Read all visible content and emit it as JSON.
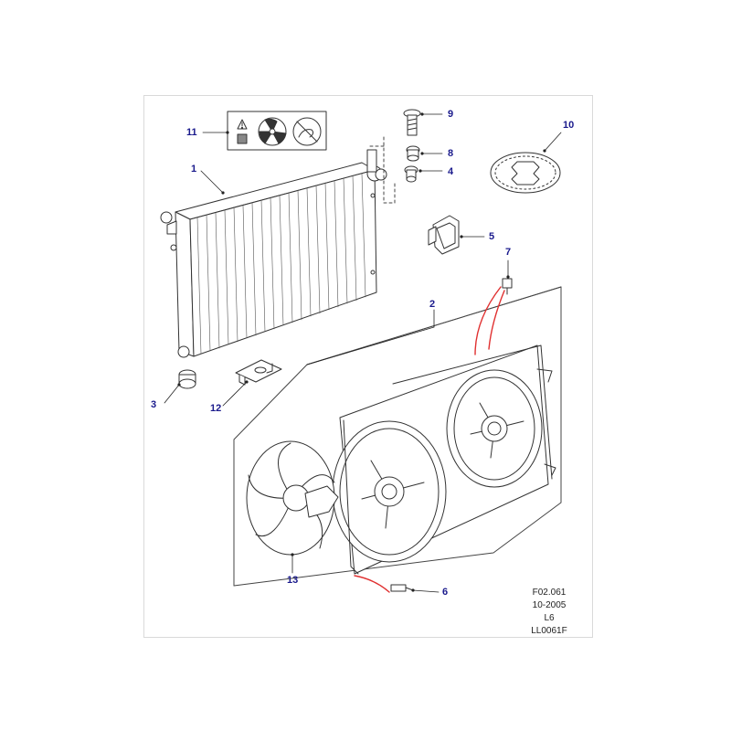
{
  "diagram": {
    "callouts": [
      {
        "id": "1",
        "label": "1"
      },
      {
        "id": "2",
        "label": "2"
      },
      {
        "id": "3",
        "label": "3"
      },
      {
        "id": "4",
        "label": "4"
      },
      {
        "id": "5",
        "label": "5"
      },
      {
        "id": "6",
        "label": "6"
      },
      {
        "id": "7",
        "label": "7"
      },
      {
        "id": "8",
        "label": "8"
      },
      {
        "id": "9",
        "label": "9"
      },
      {
        "id": "10",
        "label": "10"
      },
      {
        "id": "11",
        "label": "11"
      },
      {
        "id": "12",
        "label": "12"
      },
      {
        "id": "13",
        "label": "13"
      }
    ],
    "reference": {
      "figure": "F02.061",
      "date": "10-2005",
      "model": "L6",
      "code": "LL0061F"
    }
  },
  "colors": {
    "callout_text": "#1a1a8c",
    "linework": "#333333",
    "highlight": "#e03030"
  }
}
